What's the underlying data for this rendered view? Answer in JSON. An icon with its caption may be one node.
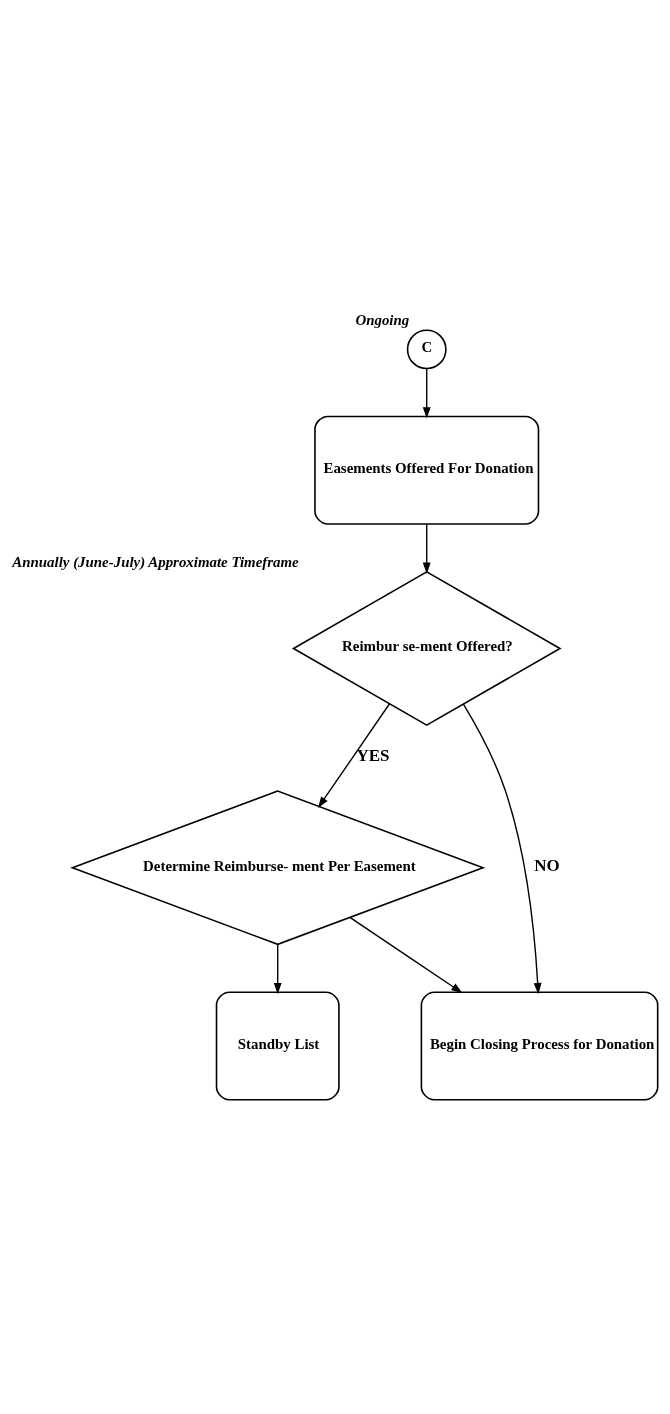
{
  "diagram": {
    "nodes": [
      {
        "text": [
          "C"
        ],
        "beside": [
          "Ongoing"
        ]
      },
      {
        "text": [
          "Easements Offered For Donation"
        ]
      },
      {
        "text": [
          "Reimbur se-ment Offered?"
        ],
        "beside": [
          "Annually (June-July) Approximate Timeframe"
        ]
      },
      {
        "text": [
          "Determine Reimburse- ment Per Easement"
        ]
      },
      {
        "text": [
          "Begin Closing Process for Donation"
        ]
      },
      {
        "text": [
          "Standby List"
        ]
      }
    ],
    "edges": [
      {
        "from": 0,
        "to": 1,
        "arrow": "to"
      },
      {
        "from": 1,
        "to": 2,
        "arrow": "to"
      },
      {
        "from": 2,
        "to": 3,
        "arrow": "to",
        "label": "YES"
      },
      {
        "from": 2,
        "to": 4,
        "arrow": "to",
        "label": "NO"
      },
      {
        "from": 3,
        "to": 4,
        "arrow": "to"
      },
      {
        "from": 3,
        "to": 5,
        "arrow": "to"
      }
    ]
  }
}
